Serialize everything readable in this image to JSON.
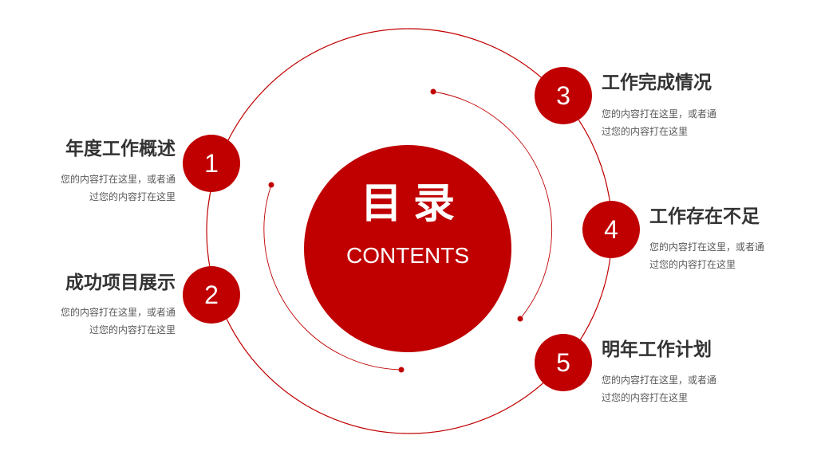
{
  "center": {
    "title": "目录",
    "subtitle": "CONTENTS"
  },
  "items": [
    {
      "number": "1",
      "title": "年度工作概述",
      "desc_line1": "您的内容打在这里，或者通",
      "desc_line2": "过您的内容打在这里"
    },
    {
      "number": "2",
      "title": "成功项目展示",
      "desc_line1": "您的内容打在这里，或者通",
      "desc_line2": "过您的内容打在这里"
    },
    {
      "number": "3",
      "title": "工作完成情况",
      "desc_line1": "您的内容打在这里，或者通",
      "desc_line2": "过您的内容打在这里"
    },
    {
      "number": "4",
      "title": "工作存在不足",
      "desc_line1": "您的内容打在这里，或者通",
      "desc_line2": "过您的内容打在这里"
    },
    {
      "number": "5",
      "title": "明年工作计划",
      "desc_line1": "您的内容打在这里，或者通",
      "desc_line2": "过您的内容打在这里"
    }
  ],
  "colors": {
    "accent": "#c00000",
    "heading": "#333333",
    "body_text": "#595959",
    "background": "#ffffff"
  }
}
